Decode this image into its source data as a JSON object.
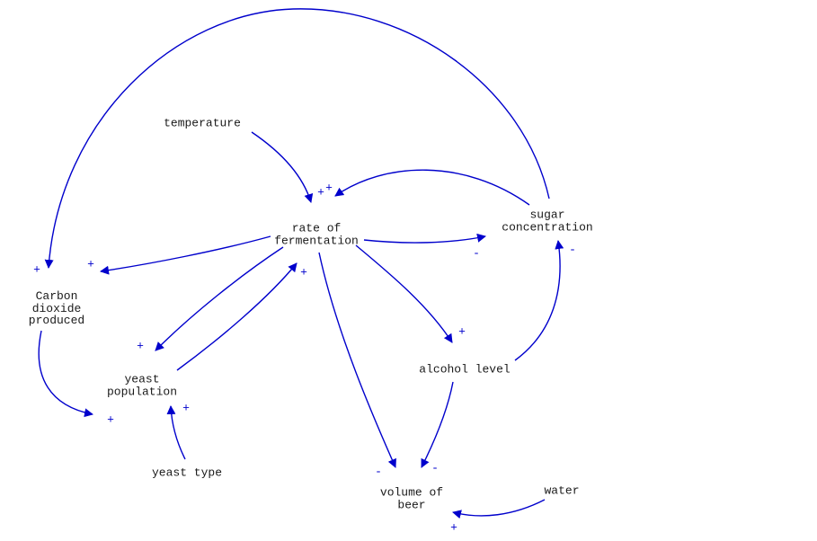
{
  "diagram": {
    "type": "causal-loop-diagram",
    "accent_color": "#0000cc",
    "text_color": "#1a1a1a",
    "nodes": {
      "temperature": {
        "label": "temperature"
      },
      "rate_of_fermentation": {
        "label": "rate of\nfermentation"
      },
      "sugar_concentration": {
        "label": "sugar\nconcentration"
      },
      "carbon_dioxide_produced": {
        "label": "Carbon\ndioxide\nproduced"
      },
      "yeast_population": {
        "label": "yeast\npopulation"
      },
      "yeast_type": {
        "label": "yeast type"
      },
      "alcohol_level": {
        "label": "alcohol level"
      },
      "volume_of_beer": {
        "label": "volume of\nbeer"
      },
      "water": {
        "label": "water"
      }
    },
    "edges": [
      {
        "from": "sugar_concentration",
        "to": "carbon_dioxide_produced",
        "sign": "+"
      },
      {
        "from": "temperature",
        "to": "rate_of_fermentation",
        "sign": "+"
      },
      {
        "from": "sugar_concentration",
        "to": "rate_of_fermentation",
        "sign": "+"
      },
      {
        "from": "rate_of_fermentation",
        "to": "sugar_concentration",
        "sign": "-"
      },
      {
        "from": "rate_of_fermentation",
        "to": "carbon_dioxide_produced",
        "sign": "+"
      },
      {
        "from": "rate_of_fermentation",
        "to": "yeast_population",
        "sign": "+"
      },
      {
        "from": "yeast_population",
        "to": "rate_of_fermentation",
        "sign": "+"
      },
      {
        "from": "rate_of_fermentation",
        "to": "alcohol_level",
        "sign": "+"
      },
      {
        "from": "alcohol_level",
        "to": "sugar_concentration",
        "sign": "-"
      },
      {
        "from": "rate_of_fermentation",
        "to": "volume_of_beer",
        "sign": "-"
      },
      {
        "from": "alcohol_level",
        "to": "volume_of_beer",
        "sign": "-"
      },
      {
        "from": "carbon_dioxide_produced",
        "to": "yeast_population",
        "sign": "+"
      },
      {
        "from": "yeast_type",
        "to": "yeast_population",
        "sign": "+"
      },
      {
        "from": "water",
        "to": "volume_of_beer",
        "sign": "+"
      }
    ]
  }
}
